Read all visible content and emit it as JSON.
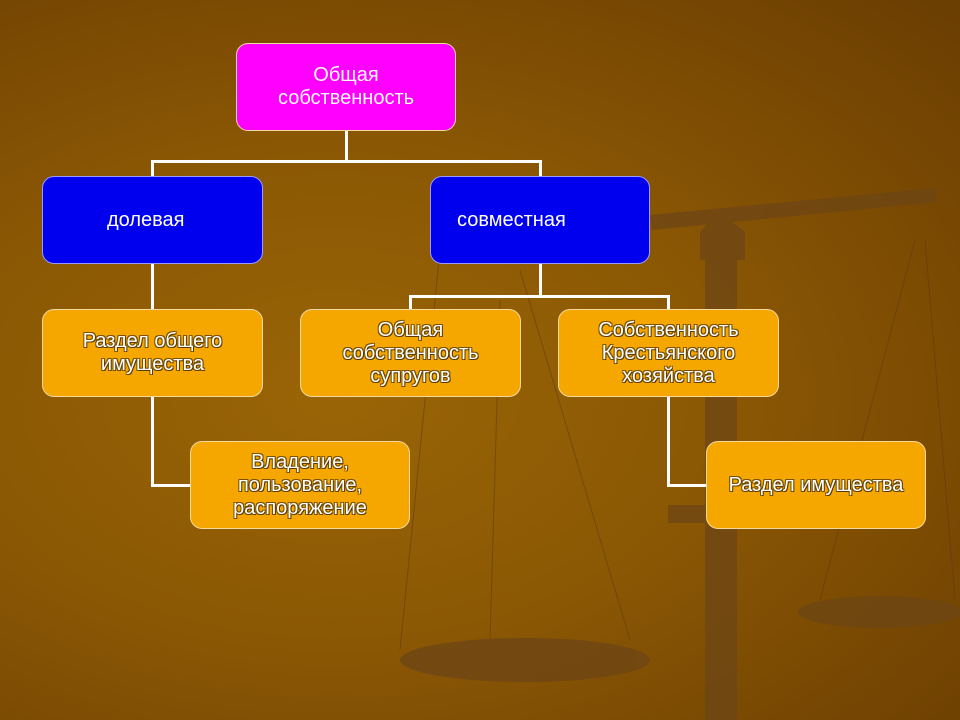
{
  "root": "Общая собственность",
  "shared": "долевая",
  "joint": "совместная",
  "shared_child": "Раздел общего имущества",
  "shared_grandchild": "Владение, пользование, распоряжение",
  "joint_child_1": "Общая собственность супругов",
  "joint_child_2": "Собственность Крестьянского хозяйства",
  "joint_grandchild": "Раздел имущества",
  "colors": {
    "root": "#ff00ff",
    "level1": "#0000ee",
    "level2": "#f5a700"
  }
}
